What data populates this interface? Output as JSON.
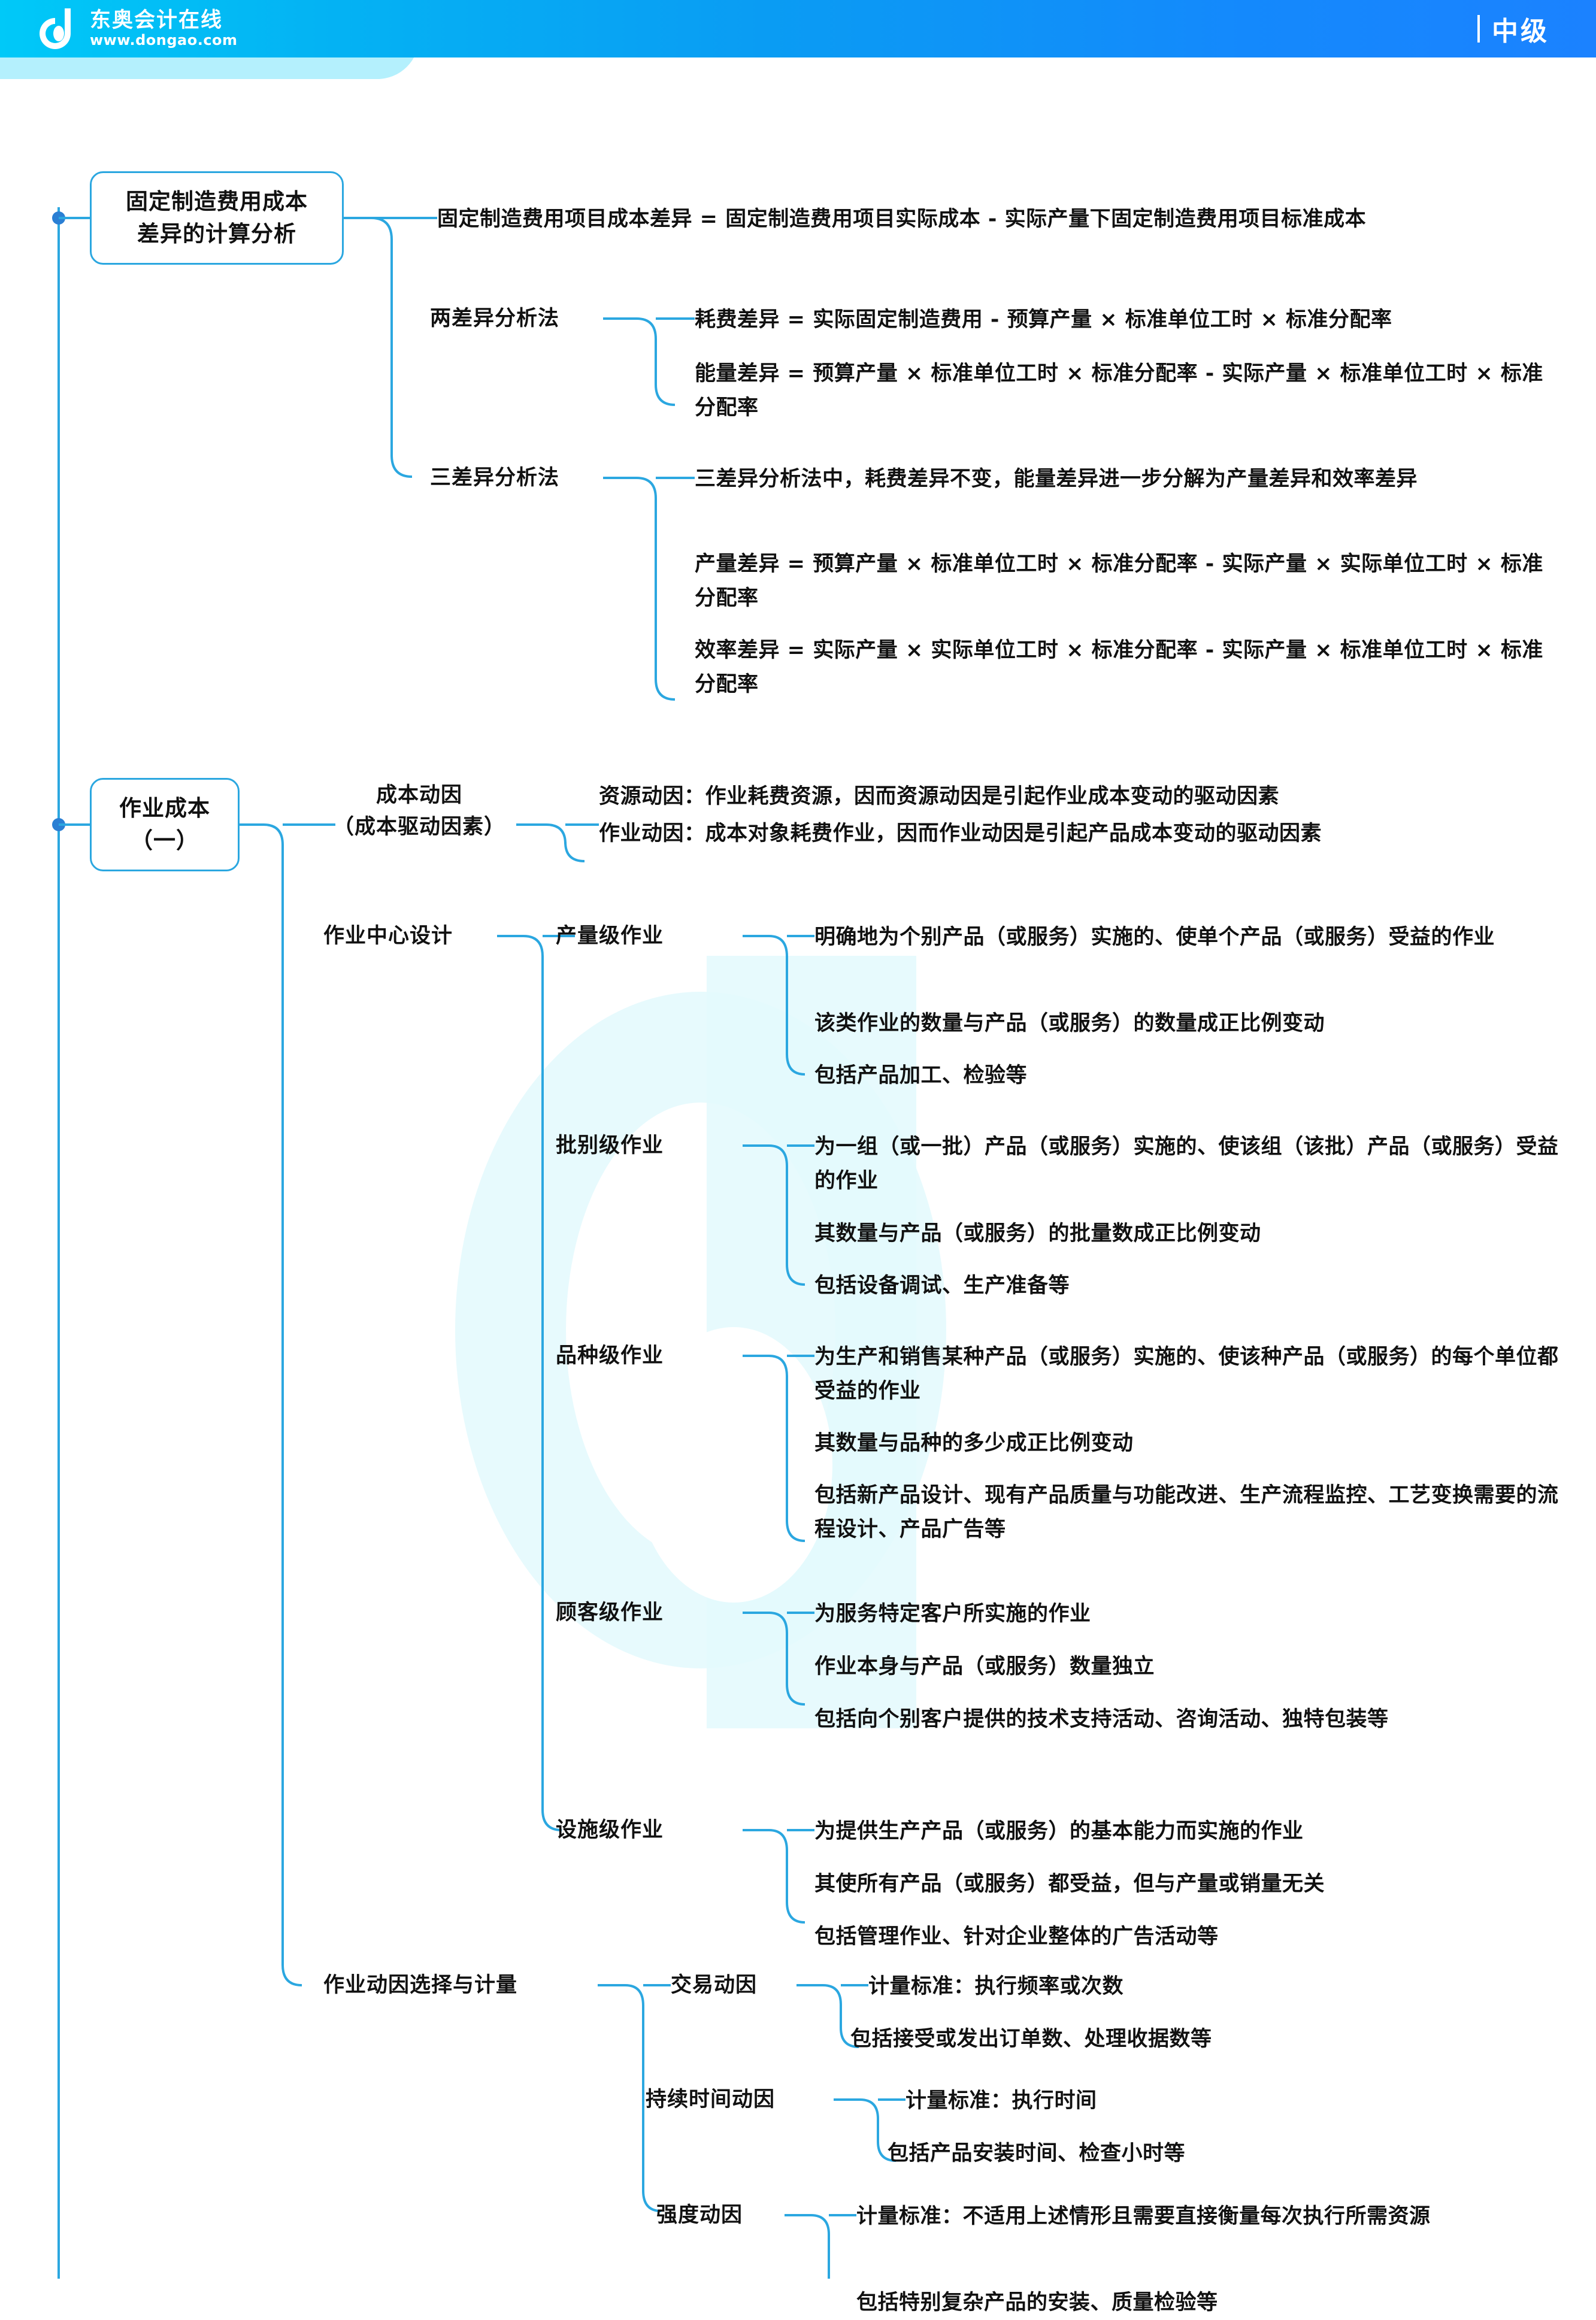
{
  "header": {
    "logo_cn": "东奥会计在线",
    "logo_url": "www.dongao.com",
    "level_label": "中级",
    "divider": "|",
    "brand_color": "#11a0f5",
    "accent_color": "#2ba7e0"
  },
  "mindmap": {
    "branches": [
      {
        "id": "fixed-overhead-variance",
        "root": "固定制造费用成本\n差异的计算分析",
        "root_line1": "固定制造费用成本",
        "root_line2": "差异的计算分析",
        "children": [
          {
            "label": "",
            "leaves": [
              "固定制造费用项目成本差异 = 固定制造费用项目实际成本 - 实际产量下固定制造费用项目标准成本"
            ]
          },
          {
            "label": "两差异分析法",
            "leaves": [
              "耗费差异 = 实际固定制造费用 - 预算产量 × 标准单位工时 × 标准分配率",
              "能量差异 = 预算产量 × 标准单位工时 × 标准分配率 - 实际产量 × 标准单位工时 × 标准分配率"
            ]
          },
          {
            "label": "三差异分析法",
            "leaves": [
              "三差异分析法中，耗费差异不变，能量差异进一步分解为产量差异和效率差异",
              "产量差异 = 预算产量 × 标准单位工时 × 标准分配率 - 实际产量 × 实际单位工时 × 标准分配率",
              "效率差异 = 实际产量 × 实际单位工时 × 标准分配率 - 实际产量 × 标准单位工时 × 标准分配率"
            ]
          }
        ]
      },
      {
        "id": "activity-based-costing",
        "root_line1": "作业成本",
        "root_line2": "（一）",
        "children": [
          {
            "label_line1": "成本动因",
            "label_line2": "（成本驱动因素）",
            "leaves": [
              "资源动因：作业耗费资源，因而资源动因是引起作业成本变动的驱动因素",
              "作业动因：成本对象耗费作业，因而作业动因是引起产品成本变动的驱动因素"
            ]
          },
          {
            "label": "作业中心设计",
            "subgroups": [
              {
                "label": "产量级作业",
                "leaves": [
                  "明确地为个别产品（或服务）实施的、使单个产品（或服务）受益的作业",
                  "该类作业的数量与产品（或服务）的数量成正比例变动",
                  "包括产品加工、检验等"
                ]
              },
              {
                "label": "批别级作业",
                "leaves": [
                  "为一组（或一批）产品（或服务）实施的、使该组（该批）产品（或服务）受益的作业",
                  "其数量与产品（或服务）的批量数成正比例变动",
                  "包括设备调试、生产准备等"
                ]
              },
              {
                "label": "品种级作业",
                "leaves": [
                  "为生产和销售某种产品（或服务）实施的、使该种产品（或服务）的每个单位都受益的作业",
                  "其数量与品种的多少成正比例变动",
                  "包括新产品设计、现有产品质量与功能改进、生产流程监控、工艺变换需要的流程设计、产品广告等"
                ]
              },
              {
                "label": "顾客级作业",
                "leaves": [
                  "为服务特定客户所实施的作业",
                  "作业本身与产品（或服务）数量独立",
                  "包括向个别客户提供的技术支持活动、咨询活动、独特包装等"
                ]
              },
              {
                "label": "设施级作业",
                "leaves": [
                  "为提供生产产品（或服务）的基本能力而实施的作业",
                  "其使所有产品（或服务）都受益，但与产量或销量无关",
                  "包括管理作业、针对企业整体的广告活动等"
                ]
              }
            ]
          },
          {
            "label": "作业动因选择与计量",
            "subgroups": [
              {
                "label": "交易动因",
                "leaves": [
                  "计量标准：执行频率或次数",
                  "包括接受或发出订单数、处理收据数等"
                ]
              },
              {
                "label": "持续时间动因",
                "leaves": [
                  "计量标准：执行时间",
                  "包括产品安装时间、检查小时等"
                ]
              },
              {
                "label": "强度动因",
                "leaves": [
                  "计量标准：不适用上述情形且需要直接衡量每次执行所需资源",
                  "包括特别复杂产品的安装、质量检验等"
                ]
              }
            ]
          }
        ]
      }
    ]
  }
}
